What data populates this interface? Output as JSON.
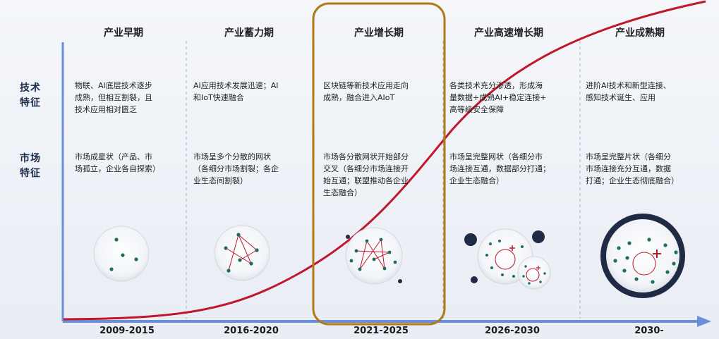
{
  "row_labels": {
    "tech": "技术\n特征",
    "market": "市场\n特征"
  },
  "phases": [
    {
      "title": "产业早期",
      "tech": "物联、AI底层技术逐步\n成熟，但相互割裂，且\n技术应用相对匮乏",
      "market": "市场成星状（产品、市\n场孤立，企业各自探索）",
      "year": "2009-2015"
    },
    {
      "title": "产业蓄力期",
      "tech": "AI应用技术发展迅速；AI\n和IoT快速融合",
      "market": "市场呈多个分散的网状\n（各细分市场割裂；各企\n业生态间割裂）",
      "year": "2016-2020"
    },
    {
      "title": "产业增长期",
      "tech": "区块链等新技术应用走向\n成熟，融合进入AIoT",
      "market": "市场各分散网状开始部分\n交叉（各细分市场连接开\n始互通；联盟推动各企业\n生态融合）",
      "year": "2021-2025"
    },
    {
      "title": "产业高速增长期",
      "tech": "各类技术充分渗透，形成海\n量数据+成熟AI+稳定连接+\n高等级安全保障",
      "market": "市场呈完整网状（各细分市\n场连接互通，数据部分打通；\n企业生态融合）",
      "year": "2026-2030"
    },
    {
      "title": "产业成熟期",
      "tech": "进阶AI技术和新型连接、\n感知技术诞生、应用",
      "market": "市场呈完整片状（各细分\n市场连接充分互通，数据\n打通；企业生态彻底融合）",
      "year": "2030-"
    }
  ],
  "colors": {
    "curve": "#c0172b",
    "axis": "#6a8fd8",
    "highlight": "#b07a17",
    "dot": "#1e6e5a",
    "dark": "#1f2a44"
  }
}
